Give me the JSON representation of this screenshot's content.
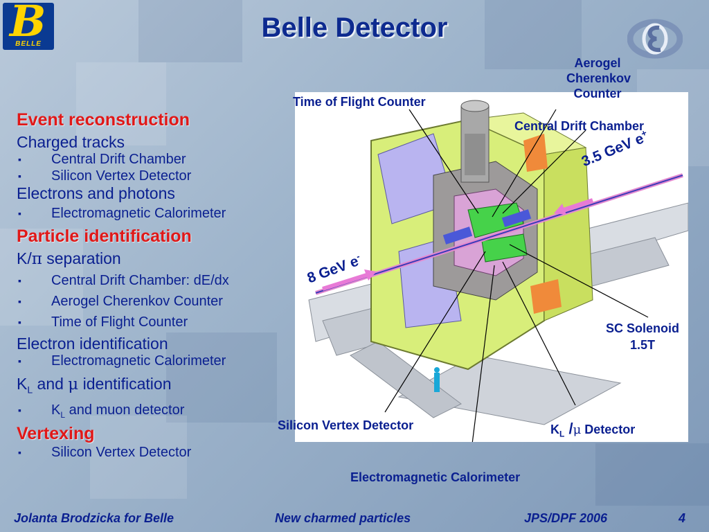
{
  "title": "Belle Detector",
  "logo_left": {
    "glyph": "B",
    "text": "BELLE"
  },
  "sections": [
    {
      "heading": "Event reconstruction",
      "groups": [
        {
          "label": "Charged tracks",
          "items": [
            "Central Drift Chamber",
            "Silicon Vertex Detector"
          ]
        },
        {
          "label": "Electrons and photons",
          "items": [
            "Electromagnetic Calorimeter"
          ]
        }
      ]
    },
    {
      "heading": "Particle identification",
      "groups": [
        {
          "label_prefix": "K/",
          "label_symbol": "π",
          "label_suffix": " separation",
          "items": [
            "Central Drift Chamber: dE/dx",
            "Aerogel Cherenkov Counter",
            "Time of Flight Counter"
          ]
        },
        {
          "label": "Electron identification",
          "items": [
            "Electromagnetic Calorimeter"
          ]
        },
        {
          "label_k": "K",
          "label_sub": "L",
          "label_mid": " and ",
          "label_symbol": "μ",
          "label_suffix": " identification",
          "items_k": {
            "k": "K",
            "sub": "L",
            "rest": " and muon detector"
          }
        }
      ]
    },
    {
      "heading": "Vertexing",
      "groups": [
        {
          "items": [
            "Silicon Vertex Detector"
          ]
        }
      ]
    }
  ],
  "detector_labels": {
    "aerogel_1": "Aerogel",
    "aerogel_2": "Cherenkov",
    "aerogel_3": "Counter",
    "tof": "Time of Flight Counter",
    "cdc": "Central Drift Chamber",
    "positron_beam": "3.5 GeV e",
    "positron_sup": "+",
    "electron_beam": "8 GeV e",
    "electron_sup": "-",
    "sc_1": "SC Solenoid",
    "sc_2": "1.5T",
    "svd": "Silicon Vertex Detector",
    "klm_k": "K",
    "klm_sub": "L",
    "klm_slash": " /",
    "klm_mu": "μ",
    "klm_rest": " Detector",
    "ecl": "Electromagnetic Calorimeter"
  },
  "footer": {
    "author": "Jolanta Brodzicka  for  Belle",
    "topic": "New charmed particles",
    "conference": "JPS/DPF 2006",
    "page": "4"
  }
}
